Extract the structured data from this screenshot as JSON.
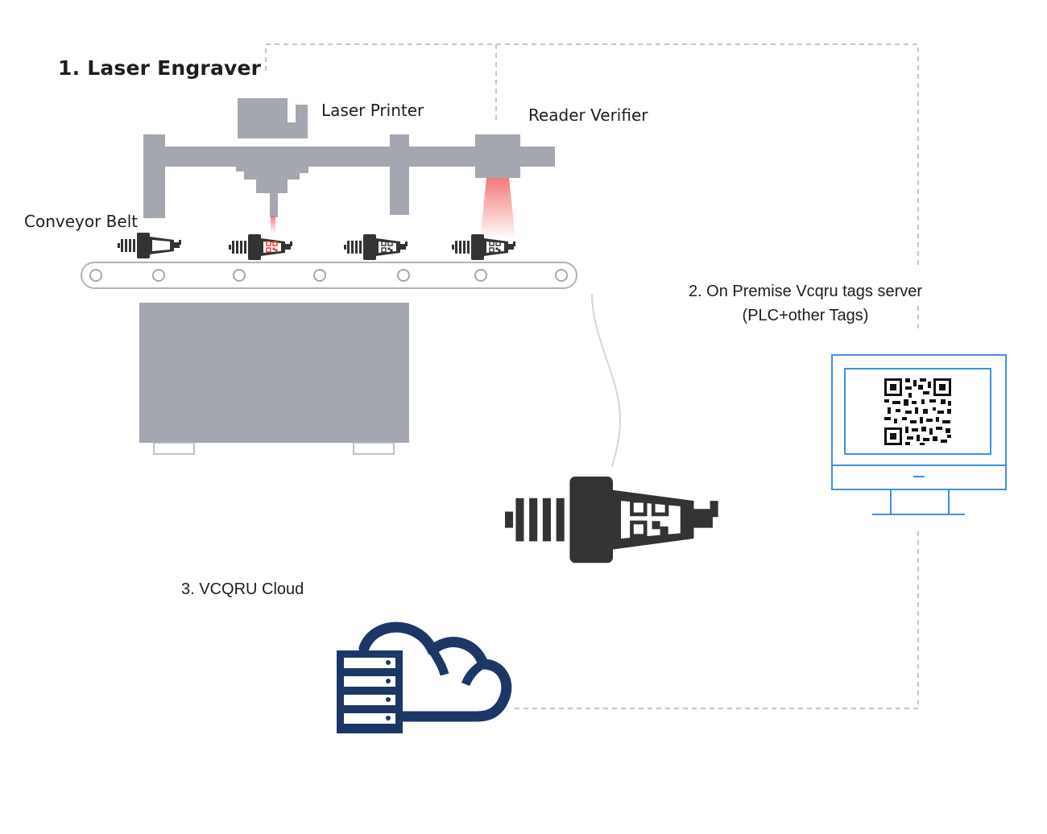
{
  "labels": {
    "title": "1. Laser Engraver",
    "laser_printer": "Laser Printer",
    "reader_verifier": "Reader Verifier",
    "conveyor_belt": "Conveyor Belt",
    "server_line1": "2. On Premise Vcqru tags server",
    "server_line2": "(PLC+other Tags)",
    "cloud": "3. VCQRU Cloud"
  },
  "colors": {
    "machine_gray": "#a4a7b0",
    "belt_gray": "#b0b3ba",
    "dashed_line": "#b9c9dc",
    "monitor_blue": "#3f8ee6",
    "cloud_navy": "#1c3766",
    "product_dark": "#333333",
    "laser_red": "#e53935"
  },
  "icons": {
    "products": [
      "spark-plug-icon",
      "spark-plug-icon",
      "spark-plug-icon",
      "spark-plug-icon",
      "spark-plug-icon"
    ],
    "monitor_content": "qr-code-icon",
    "cloud": "cloud-server-icon"
  }
}
